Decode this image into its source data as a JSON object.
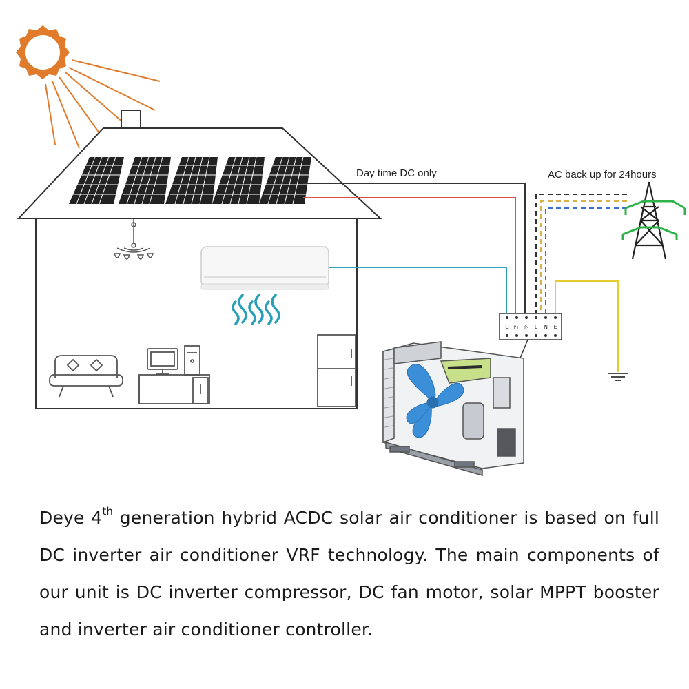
{
  "labels": {
    "daytime_dc": "Day time DC only",
    "ac_backup": "AC back up for 24hours"
  },
  "terminal_block": {
    "terminals": [
      "C",
      "P+",
      "P-",
      "L",
      "N",
      "E"
    ]
  },
  "caption": {
    "lead": "Deye 4",
    "superscript": "th",
    "body": " generation hybrid ACDC solar air conditioner is based on full DC inverter air conditioner VRF technology. The main components of our unit is DC inverter compressor, DC fan motor, solar MPPT booster and inverter air conditioner controller."
  },
  "colors": {
    "sun": "#e07b2c",
    "dc_positive": "#d4504f",
    "dc_negative": "#333333",
    "ac_dashed": "#3a6fd0",
    "ac_dashed_alt": "#d9b34a",
    "earth_wire": "#e6cc2e",
    "comm_wire": "#2aa0b8",
    "tower": "#2db34a",
    "fan_blade": "#3a8fd8"
  }
}
